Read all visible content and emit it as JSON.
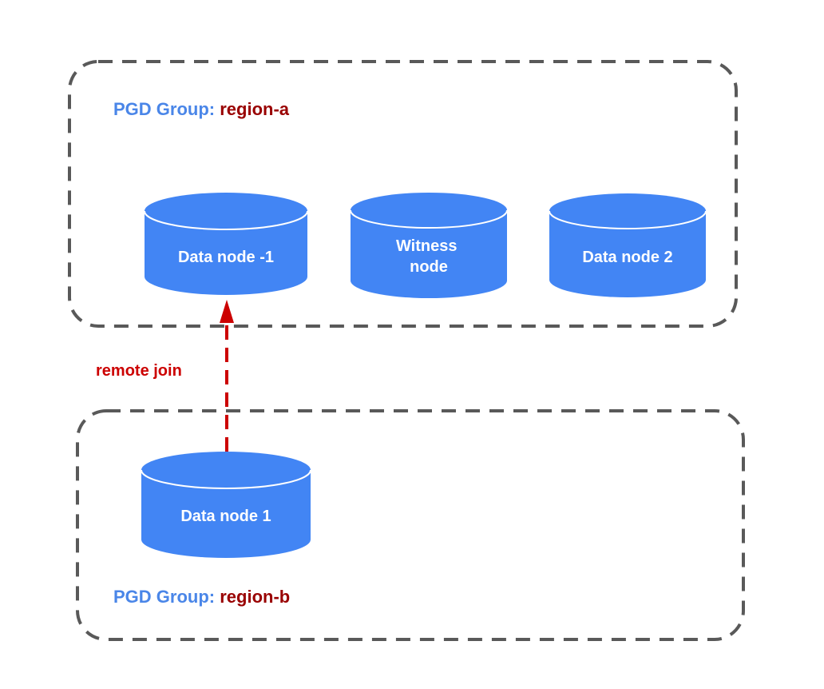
{
  "colors": {
    "group_border": "#595959",
    "node_fill": "#4285f4",
    "node_text": "#ffffff",
    "group_prefix": "#4a86e8",
    "group_name": "#990000",
    "edge": "#cc0000"
  },
  "groups": [
    {
      "prefix": "PGD Group: ",
      "name": "region-a"
    },
    {
      "prefix": "PGD Group: ",
      "name": "region-b"
    }
  ],
  "nodes": [
    {
      "lines": [
        "Data node -1"
      ],
      "group": "region-a"
    },
    {
      "lines": [
        "Witness",
        "node"
      ],
      "group": "region-a"
    },
    {
      "lines": [
        "Data node 2"
      ],
      "group": "region-a"
    },
    {
      "lines": [
        "Data node 1"
      ],
      "group": "region-b"
    }
  ],
  "edge": {
    "label": "remote join",
    "from": "Data node 1",
    "to": "Data node -1",
    "style": "dashed",
    "arrow": "target"
  }
}
